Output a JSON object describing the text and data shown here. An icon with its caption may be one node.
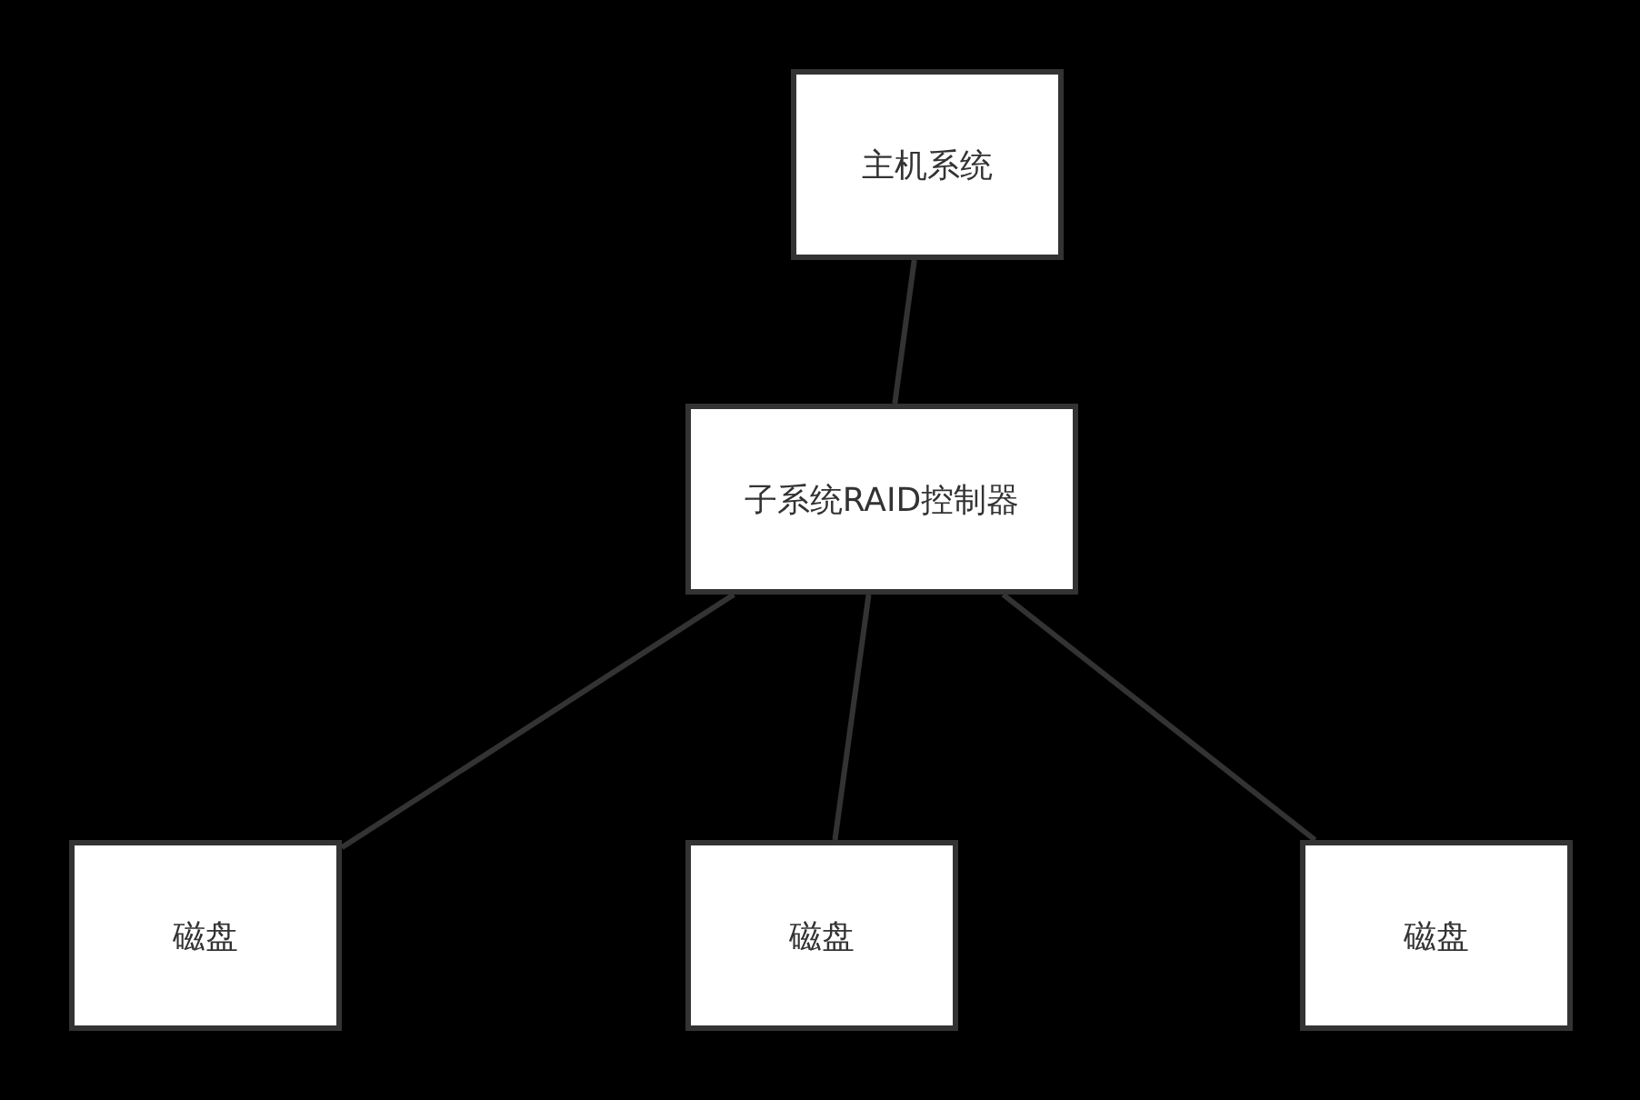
{
  "diagram": {
    "nodes": [
      {
        "text": [
          "主机系统"
        ]
      },
      {
        "text": [
          "子系统RAID控制器"
        ]
      },
      {
        "text": [
          "磁盘"
        ]
      },
      {
        "text": [
          "磁盘"
        ]
      },
      {
        "text": [
          "磁盘"
        ]
      }
    ],
    "edges": [
      {
        "from": 0,
        "to": 1,
        "arrow": "none"
      },
      {
        "from": 1,
        "to": 2,
        "arrow": "none"
      },
      {
        "from": 1,
        "to": 3,
        "arrow": "none"
      },
      {
        "from": 1,
        "to": 4,
        "arrow": "none"
      }
    ]
  }
}
